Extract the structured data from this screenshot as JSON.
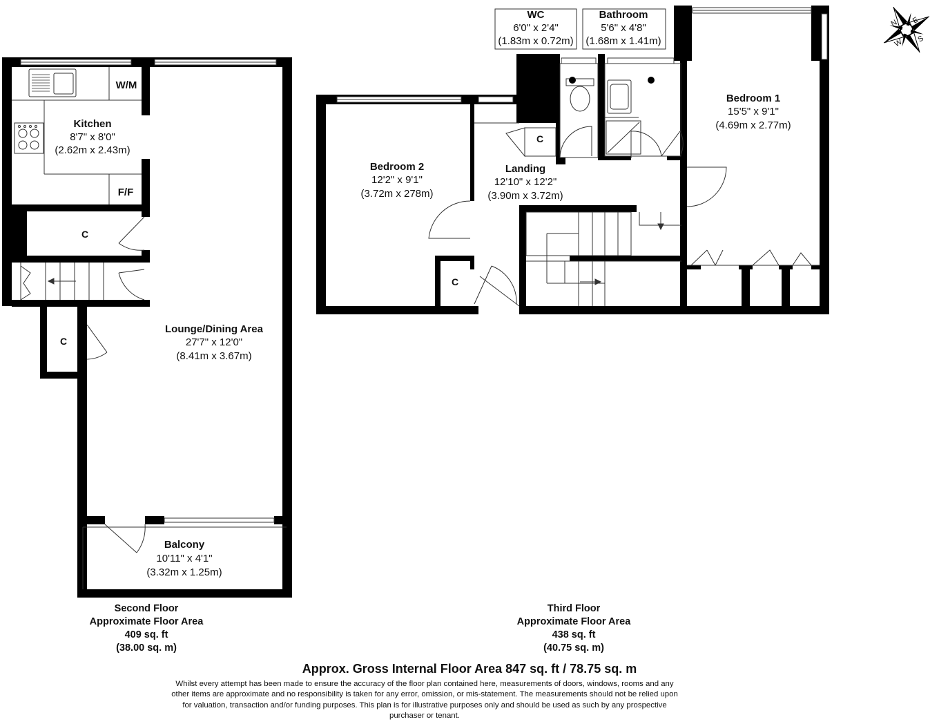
{
  "second_floor": {
    "kitchen": {
      "name": "Kitchen",
      "dim_imperial": "8'7\" x 8'0\"",
      "dim_metric": "(2.62m x 2.43m)"
    },
    "wm_label": "W/M",
    "ff_label": "F/F",
    "cupboard_label": "C",
    "lounge": {
      "name": "Lounge/Dining Area",
      "dim_imperial": "27'7\" x 12'0\"",
      "dim_metric": "(8.41m x 3.67m)"
    },
    "balcony": {
      "name": "Balcony",
      "dim_imperial": "10'11\" x 4'1\"",
      "dim_metric": "(3.32m x 1.25m)"
    },
    "summary": {
      "title": "Second Floor",
      "subtitle": "Approximate Floor Area",
      "sqft": "409 sq. ft",
      "sqm": "(38.00 sq. m)"
    }
  },
  "third_floor": {
    "wc": {
      "name": "WC",
      "dim_imperial": "6'0\" x 2'4\"",
      "dim_metric": "(1.83m x 0.72m)"
    },
    "bathroom": {
      "name": "Bathroom",
      "dim_imperial": "5'6\" x 4'8\"",
      "dim_metric": "(1.68m x 1.41m)"
    },
    "bedroom1": {
      "name": "Bedroom 1",
      "dim_imperial": "15'5\" x 9'1\"",
      "dim_metric": "(4.69m x 2.77m)"
    },
    "bedroom2": {
      "name": "Bedroom 2",
      "dim_imperial": "12'2\" x 9'1\"",
      "dim_metric": "(3.72m x 278m)"
    },
    "landing": {
      "name": "Landing",
      "dim_imperial": "12'10\" x 12'2\"",
      "dim_metric": "(3.90m x 3.72m)"
    },
    "cupboard_label": "C",
    "summary": {
      "title": "Third Floor",
      "subtitle": "Approximate Floor Area",
      "sqft": "438 sq. ft",
      "sqm": "(40.75 sq. m)"
    }
  },
  "compass": {
    "n": "N",
    "e": "E",
    "s": "S",
    "w": "W"
  },
  "gross_area": "Approx. Gross Internal Floor Area 847 sq. ft / 78.75 sq. m",
  "disclaimer": "Whilst every attempt has been made to ensure the accuracy of the floor plan contained here, measurements of doors, windows, rooms and any other items are approximate and no responsibility is taken for any error, omission, or mis-statement. The measurements should not be relied upon for valuation, transaction and/or funding purposes. This plan is for illustrative purposes only and should be used as such by any prospective purchaser or tenant.",
  "colors": {
    "wall": "#000000",
    "line": "#333333",
    "background": "#ffffff"
  }
}
